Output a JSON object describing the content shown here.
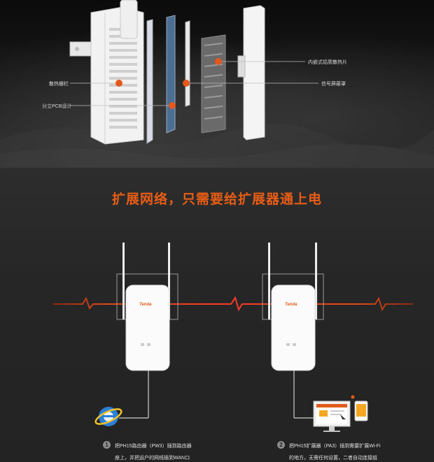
{
  "exploded_labels": {
    "heatsink": "内嵌式铝质散热片",
    "vent": "散热栅栏",
    "shield": "信号屏蔽罩",
    "pcb": "分立PCB设计"
  },
  "headline": "扩展网络，只需要给扩展器通上电",
  "device_brand": "Tenda",
  "steps": [
    {
      "num": "1",
      "line1": "把PH15路由器（PW3）插到路由器",
      "line2": "座上，并把运户的网线插到WAN口"
    },
    {
      "num": "2",
      "line1": "把PH15扩展器（PA3）插到需要扩展Wi-Fi",
      "line2": "的地方，无需任何设置，二者自动连接组"
    }
  ],
  "colors": {
    "accent": "#e85d16",
    "callout_dot": "#e4581c",
    "signal_line": "#d83a1a"
  },
  "icons": [
    "ie-browser-icon",
    "computer-monitor-icon",
    "phone-icon"
  ]
}
